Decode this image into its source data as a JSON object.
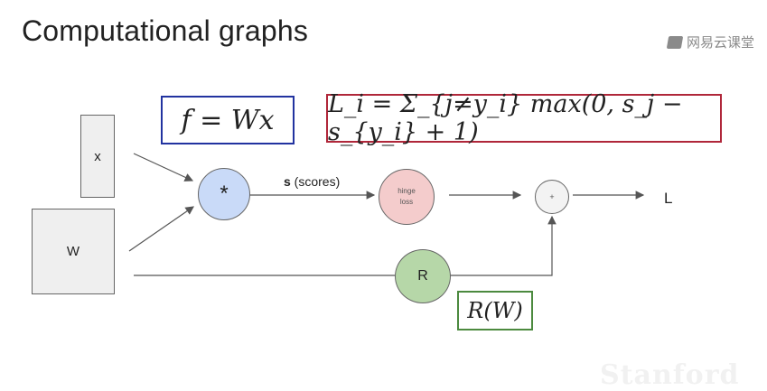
{
  "slide": {
    "title": "Computational graphs",
    "watermark": "网易云课堂",
    "footer_watermark": "Stanford"
  },
  "diagram": {
    "inputs": {
      "x": "x",
      "w": "W"
    },
    "equations": {
      "score": "f = Wx",
      "loss": "L_i = Σ_{j≠y_i} max(0, s_j − s_{y_i} + 1)",
      "reg": "R(W)"
    },
    "nodes": {
      "mul": "*",
      "hinge_line1": "hinge",
      "hinge_line2": "loss",
      "plus": "+",
      "reg": "R"
    },
    "edge_labels": {
      "scores_bold": "s",
      "scores_rest": " (scores)"
    },
    "output": "L"
  },
  "colors": {
    "mul_node": "#c9daf8",
    "hinge_node": "#f4cccc",
    "reg_node": "#b6d7a8",
    "score_box": "#2233a0",
    "loss_box": "#b0273a",
    "reg_box": "#4c8a3f"
  }
}
